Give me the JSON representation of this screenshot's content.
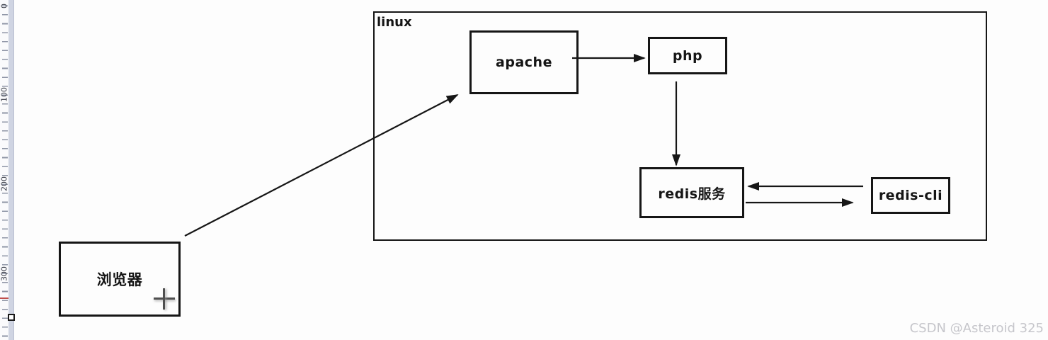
{
  "app": {
    "canvas_bg": "#fdfdfd",
    "stroke_color": "#161616"
  },
  "ruler": {
    "unit_labels": [
      "0",
      "100",
      "200",
      "300"
    ],
    "indicator_color": "#c0504d"
  },
  "diagram": {
    "container": {
      "id": "linux",
      "label": "linux"
    },
    "nodes": [
      {
        "id": "browser",
        "label": "浏览器"
      },
      {
        "id": "apache",
        "label": "apache"
      },
      {
        "id": "php",
        "label": "php"
      },
      {
        "id": "redis-server",
        "label": "redis服务"
      },
      {
        "id": "redis-cli",
        "label": "redis-cli"
      }
    ],
    "edges": [
      {
        "from": "browser",
        "to": "apache",
        "style": "arrow"
      },
      {
        "from": "apache",
        "to": "php",
        "style": "arrow"
      },
      {
        "from": "php",
        "to": "redis-server",
        "style": "arrow"
      },
      {
        "from": "redis-cli",
        "to": "redis-server",
        "style": "arrow"
      },
      {
        "from": "redis-server",
        "to": "redis-cli",
        "style": "arrow"
      }
    ]
  },
  "watermark": {
    "text": "CSDN @Asteroid 325",
    "color": "#c6c6cb"
  }
}
